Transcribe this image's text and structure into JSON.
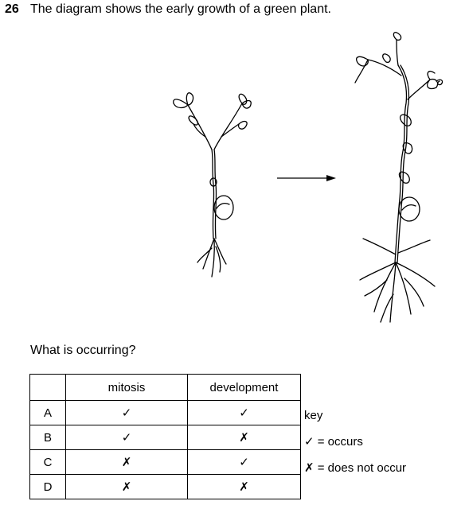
{
  "question": {
    "number": "26",
    "text": "The diagram shows the early growth of a green plant.",
    "prompt": "What is occurring?"
  },
  "table": {
    "headers": [
      "",
      "mitosis",
      "development"
    ],
    "rows": [
      {
        "letter": "A",
        "mitosis": "✓",
        "development": "✓"
      },
      {
        "letter": "B",
        "mitosis": "✓",
        "development": "✗"
      },
      {
        "letter": "C",
        "mitosis": "✗",
        "development": "✓"
      },
      {
        "letter": "D",
        "mitosis": "✗",
        "development": "✗"
      }
    ]
  },
  "key": {
    "title": "key",
    "occurs": "✓ = occurs",
    "not_occur": "✗ = does not occur"
  },
  "icons": {
    "small_plant": "seedling-drawing",
    "arrow": "right-arrow-icon",
    "large_plant": "larger-plant-drawing"
  }
}
